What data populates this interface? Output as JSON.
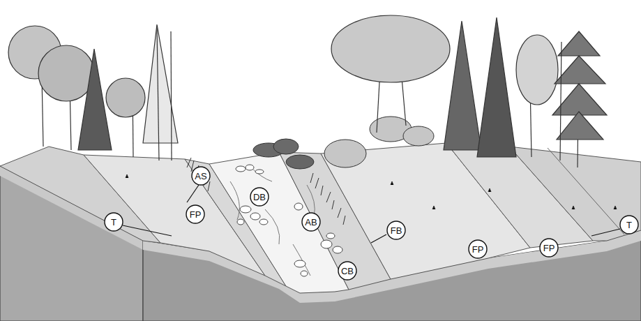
{
  "diagram": {
    "nodes": [
      {
        "text": [
          "AS"
        ]
      },
      {
        "text": [
          "DB"
        ]
      },
      {
        "text": [
          "FP"
        ]
      },
      {
        "text": [
          "T"
        ]
      },
      {
        "text": [
          "AB"
        ]
      },
      {
        "text": [
          "FB"
        ]
      },
      {
        "text": [
          "T"
        ]
      },
      {
        "text": [
          "FP"
        ]
      },
      {
        "text": [
          "FP"
        ]
      },
      {
        "text": [
          "CB"
        ]
      }
    ]
  }
}
